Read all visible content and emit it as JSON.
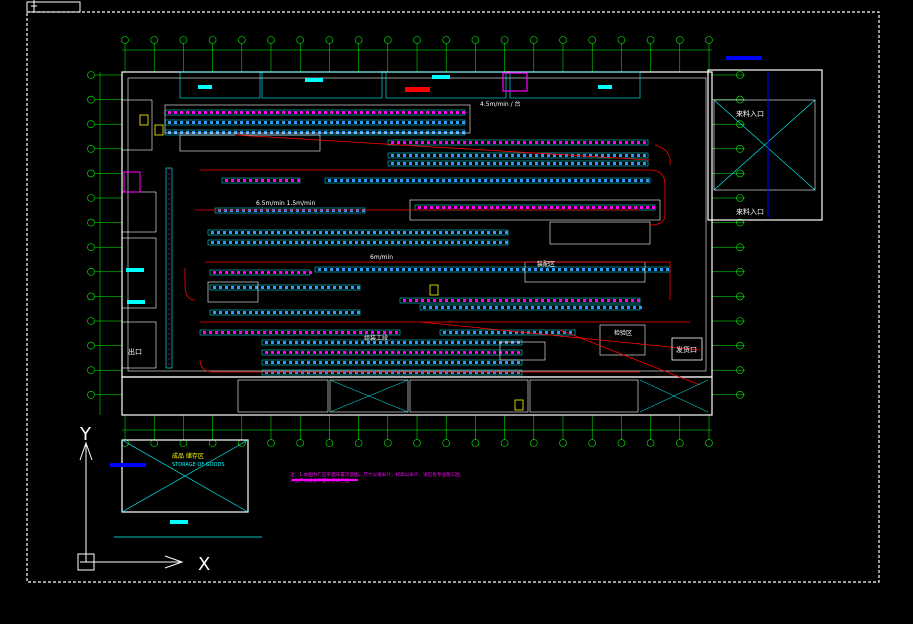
{
  "labels": {
    "west_entrance": "出口",
    "east_entrance_top": "来料入口",
    "east_entrance_bottom": "来料入口",
    "rate_top": "4.5m/min / 台",
    "rate_mid": "6.5m/min  1.5m/min",
    "rate_center": "6m/min",
    "workshop_a": "装配区",
    "workshop_b": "检验区",
    "workshop_c": "组装工段",
    "exit_box": "发货口",
    "bottom_left_title": "成品 储存区",
    "bottom_left_sub": "STORAGE OF GOODS",
    "bottom_note_1": "注：1.本图为厂区平面布置示意图，尺寸以毫米计，标高以米计，详见各专业施工图。",
    "bottom_note_2": "2.生产线设备布置详见工艺图"
  },
  "axis": {
    "x": "X",
    "y": "Y"
  },
  "colors": {
    "background": "#000000",
    "grid": "#00ff00",
    "wall": "#ffffff",
    "flow": "#ff0000",
    "equipment": "#00ffff",
    "marker": "#ff00ff",
    "accent": "#ffff00",
    "blue": "#0000ff"
  }
}
